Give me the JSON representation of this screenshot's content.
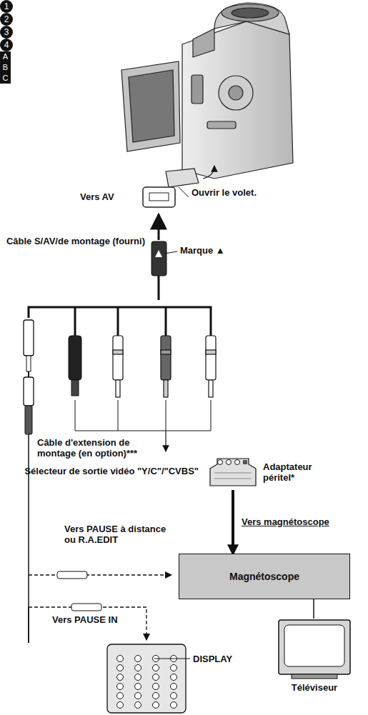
{
  "diagram": {
    "nodes": [
      {
        "text": [
          "Adaptateur péritel*"
        ]
      },
      {
        "text": [
          "Magnétoscope"
        ]
      },
      {
        "text": [
          "Téléviseur"
        ]
      }
    ],
    "edges": [
      {
        "from": 0,
        "to": 1,
        "arrow": "to",
        "label": "Vers magnétoscope"
      },
      {
        "from": 1,
        "to": 2,
        "arrow": "none"
      }
    ],
    "labels": [
      "Vers AV",
      "Ouvrir le volet.",
      "Câble S/AV/de montage (fourni)",
      "Marque ▲",
      "1",
      "2",
      "3",
      "4",
      "Câble d'extension de montage (en option)***",
      "Sélecteur de sortie vidéo \"Y/C\"/\"CVBS\"",
      "A",
      "B",
      "Vers PAUSE à distance ou R.A.EDIT",
      "C",
      "Vers PAUSE IN",
      "DISPLAY"
    ]
  }
}
